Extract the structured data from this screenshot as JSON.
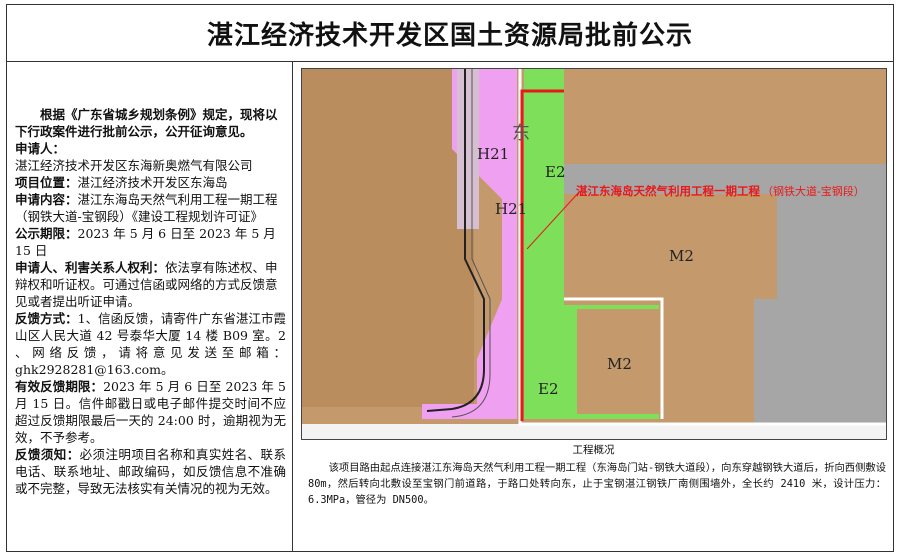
{
  "page": {
    "title": "湛江经济技术开发区国土资源局批前公示"
  },
  "notice": {
    "intro": "根据《广东省城乡规划条例》规定，现将以下行政案件进行批前公示，公开征询意见。",
    "applicant_label": "申请人：",
    "applicant_value": "湛江经济技术开发区东海新奥燃气有限公司",
    "location_label": "项目位置：",
    "location_value": "湛江经济技术开发区东海岛",
    "content_label": "申请内容：",
    "content_value": "湛江东海岛天然气利用工程一期工程（钢铁大道-宝钢段）《建设工程规划许可证》",
    "period_label": "公示期限：",
    "period_value": "2023 年 5 月 6 日至 2023 年 5 月 15 日",
    "rights_label": "申请人、利害关系人权利：",
    "rights_value": "依法享有陈述权、申辩权和听证权。可通过信函或网络的方式反馈意见或者提出听证申请。",
    "feedback_label": "反馈方式：",
    "feedback_value": "1、信函反馈，请寄件广东省湛江市霞山区人民大道 42 号泰华大厦 14 楼 B09 室。2 、网络反馈，请将意见发送至邮箱：ghk2928281@163.com。",
    "valid_label": "有效反馈期限：",
    "valid_value": "2023 年 5 月 6 日至 2023 年 5 月 15 日。信件邮戳日或电子邮件提交时间不应超过反馈期限最后一天的 24:00 时，逾期视为无效，不予参考。",
    "notes_label": "反馈须知：",
    "notes_value": "必须注明项目名称和真实姓名、联系电话、联系地址、邮政编码，如反馈信息不准确或不完整，导致无法核实有关情况的视为无效。"
  },
  "map": {
    "labels": {
      "h21_a": "H21",
      "h21_b": "H21",
      "e2_top": "E2",
      "e2_bottom": "E2",
      "m2_right": "M2",
      "m2_mid": "M2",
      "dong": "东",
      "project": "湛江东海岛天然气利用工程一期工程",
      "project_section": "（钢铁大道-宝钢段）"
    },
    "colors": {
      "brown": "#c49a6c",
      "green": "#7ee05a",
      "grey": "#a6a6a6",
      "magenta": "#f0a0f0",
      "red": "#e8191a"
    }
  },
  "caption": {
    "title": "工程概况",
    "body": "该项目路由起点连接湛江东海岛天然气利用工程一期工程（东海岛门站-钢铁大道段），向东穿越钢铁大道后，折向西侧敷设 80m，然后转向北敷设至宝钢门前道路，于路口处转向东，止于宝钢湛江钢铁厂南侧围墙外，全长约 2410 米，设计压力：6.3MPa，管径为 DN500。"
  }
}
